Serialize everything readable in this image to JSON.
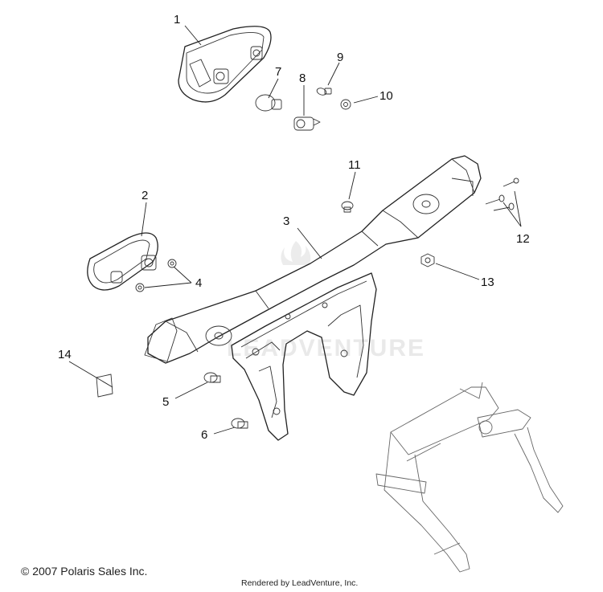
{
  "diagram": {
    "watermark": "LEADVENTURE",
    "callouts": [
      "1",
      "2",
      "3",
      "4",
      "5",
      "6",
      "7",
      "8",
      "9",
      "10",
      "11",
      "12",
      "13",
      "14"
    ]
  },
  "footer": {
    "copyright": "© 2007 Polaris Sales Inc.",
    "rendered_by": "Rendered by LeadVenture, Inc."
  }
}
